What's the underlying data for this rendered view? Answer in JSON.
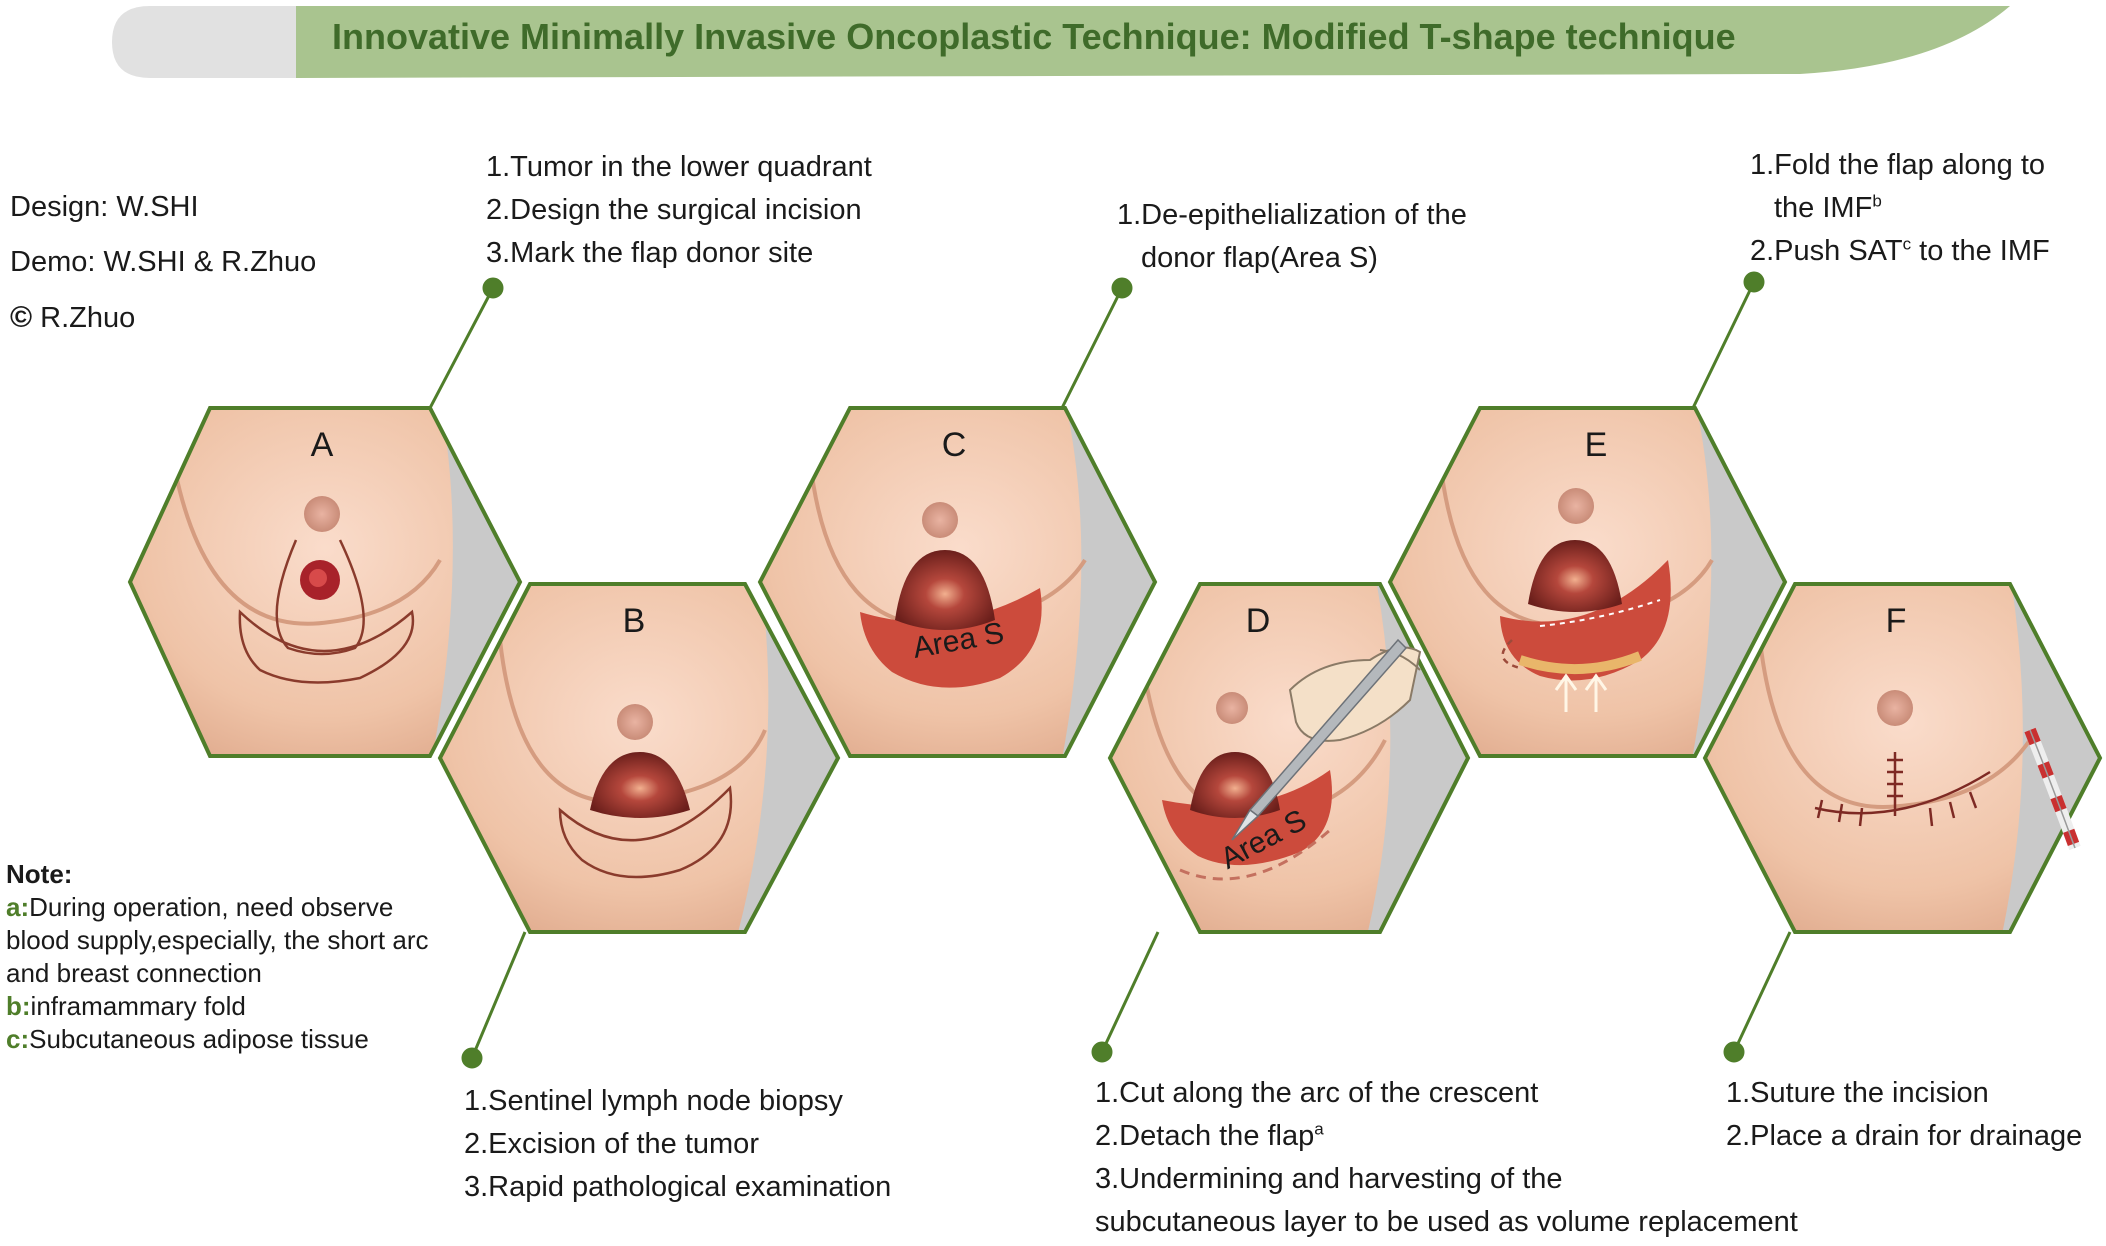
{
  "title": "Innovative Minimally Invasive Oncoplastic Technique: Modified T-shape technique",
  "credits": {
    "design": "Design: W.SHI",
    "demo": "Demo: W.SHI & R.Zhuo",
    "copyright_symbol": "©",
    "copyright_holder": "R.Zhuo"
  },
  "colors": {
    "banner": "#a9c48f",
    "banner_shadow": "#e1e1e1",
    "hex_border": "#4f7e2a",
    "connector": "#4f7e2a",
    "skin": "#f2cdb4",
    "flap": "#cc4b3c",
    "wound": "#7e2a24"
  },
  "panels": [
    {
      "letter": "A",
      "steps": [
        "1.Tumor in the lower quadrant",
        "2.Design the surgical incision",
        "3.Mark the flap donor site"
      ]
    },
    {
      "letter": "B",
      "steps": [
        "1.Sentinel lymph node biopsy",
        "2.Excision of the tumor",
        "3.Rapid pathological examination"
      ]
    },
    {
      "letter": "C",
      "area_label": "Area S",
      "steps": [
        "1.De-epithelialization of the",
        "donor flap(Area S)"
      ]
    },
    {
      "letter": "D",
      "area_label": "Area S",
      "steps": [
        "1.Cut along the arc of the crescent",
        "2.Detach the flap",
        "3.Undermining and harvesting of the",
        "subcutaneous layer to be used as volume replacement"
      ],
      "step2_sup": "a"
    },
    {
      "letter": "E",
      "steps": [
        "1.Fold the flap along to",
        "the IMF",
        "2.Push SAT",
        " to the IMF"
      ],
      "sup_b": "b",
      "sup_c": "c"
    },
    {
      "letter": "F",
      "steps": [
        "1.Suture the incision",
        "2.Place a drain for drainage"
      ]
    }
  ],
  "note": {
    "title": "Note",
    "colon": ":",
    "items": [
      {
        "key": "a:",
        "text": "During operation, need observe",
        "cont": [
          "blood supply,especially, the short arc",
          "and breast connection"
        ]
      },
      {
        "key": "b:",
        "text": "inframammary fold"
      },
      {
        "key": "c:",
        "text": "Subcutaneous adipose tissue"
      }
    ]
  },
  "icons": [
    "scalpel-icon",
    "hand-icon",
    "arrow-up-icon",
    "drain-tube-icon"
  ]
}
